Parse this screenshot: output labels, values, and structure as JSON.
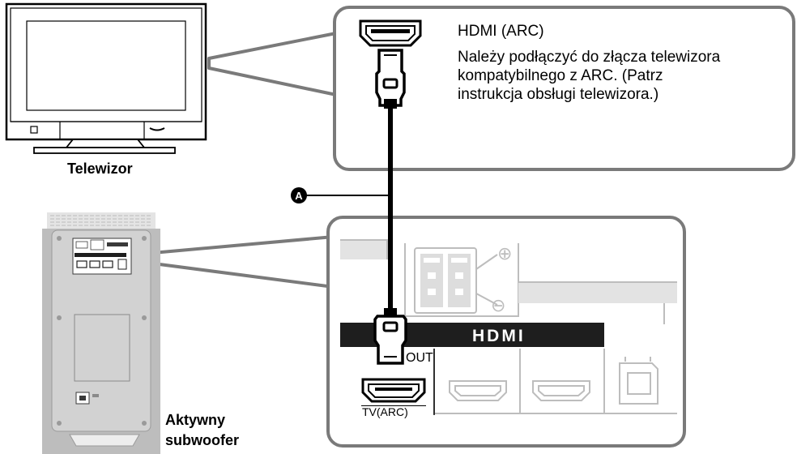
{
  "tv": {
    "label": "Telewizor"
  },
  "subwoofer": {
    "label_line1": "Aktywny",
    "label_line2": "subwoofer"
  },
  "callout_top": {
    "title": "HDMI (ARC)",
    "lines": [
      "Należy podłączyć do złącza telewizora",
      "kompatybilnego z ARC. (Patrz",
      "instrukcja obsługi telewizora.)"
    ]
  },
  "panel": {
    "hdmi_logo": "HDMI",
    "out_label": "OUT",
    "port_label": "TV(ARC)",
    "terminal_plus": "⊕",
    "terminal_minus": "⊖"
  },
  "cable": {
    "marker": "A"
  },
  "colors": {
    "callout_border": "#7a7a7a",
    "subwoofer_body": "#d2d2d2",
    "dimmed_line": "#bdbdbd",
    "hdmi_band": "#1e1e1e"
  }
}
